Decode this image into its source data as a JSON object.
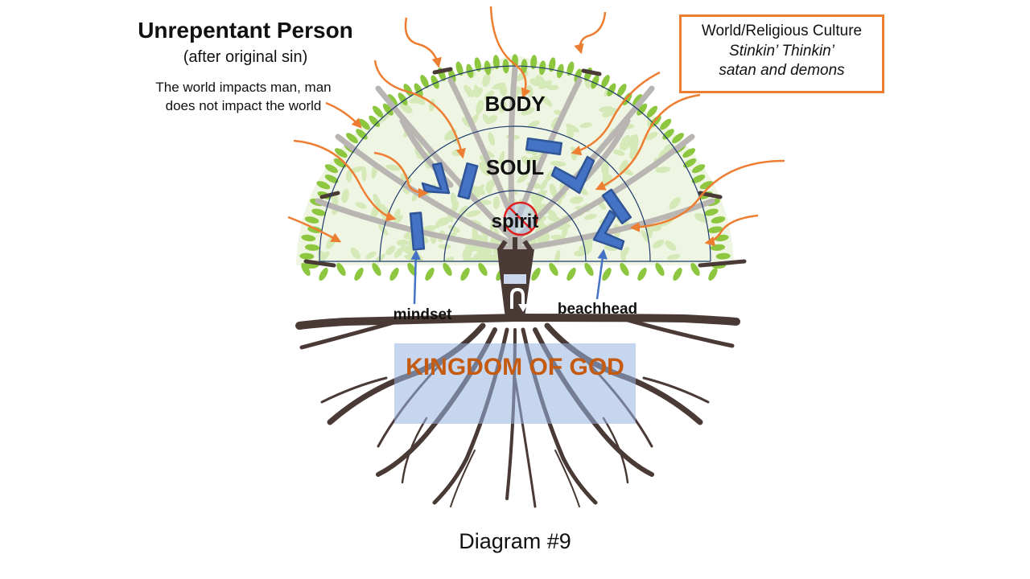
{
  "header": {
    "title": "Unrepentant Person",
    "subtitle": "(after original sin)",
    "note": "The world impacts man, man does not impact the world"
  },
  "culture_box": {
    "line1": "World/Religious Culture",
    "line2": "Stinkin’ Thinkin’",
    "line3": "satan and demons"
  },
  "layers": {
    "body": "BODY",
    "soul": "SOUL",
    "spirit": "spirit"
  },
  "callouts": {
    "mindset": "mindset",
    "beachhead": "beachhead"
  },
  "roots": {
    "kingdom_label": "KINGDOM OF GOD"
  },
  "caption": "Diagram #9",
  "colors": {
    "arrow_orange": "#ED7D31",
    "leaf_green": "#8DC63F",
    "leaf_light": "#D5E8B8",
    "branch_grey": "#B9B5B2",
    "trunk_brown": "#4A3A36",
    "marker_blue": "#2F5597",
    "marker_fill": "#4472C4",
    "kingdom_text": "#C55A11",
    "kingdom_box": "#98B4E2",
    "ring_navy": "#1F3A6E",
    "no_sign_red": "#E02020"
  }
}
